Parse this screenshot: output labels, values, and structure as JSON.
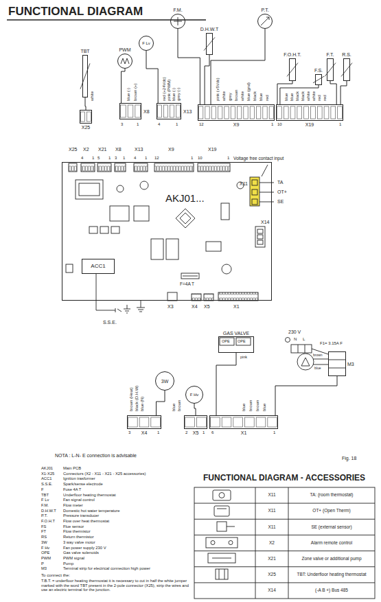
{
  "diagram": {
    "title": "FUNCTIONAL DIAGRAM",
    "caption": "Fig. 18",
    "nodes": [
      {
        "text": [
          "AKJ01..."
        ]
      },
      {
        "text": [
          "ACC1"
        ],
        "in": 0
      },
      {
        "text": [
          "TBT"
        ]
      },
      {
        "text": [
          "PWM"
        ]
      },
      {
        "text": [
          "F Lv"
        ]
      },
      {
        "text": [
          "F.M."
        ]
      },
      {
        "text": [
          "D.H.W.T"
        ]
      },
      {
        "text": [
          "P.T."
        ]
      },
      {
        "text": [
          "F.O.H.T."
        ]
      },
      {
        "text": [
          "F.T."
        ]
      },
      {
        "text": [
          "R.S."
        ]
      },
      {
        "text": [
          "F.S."
        ]
      },
      {
        "text": [
          "X25"
        ]
      },
      {
        "text": [
          "X8"
        ]
      },
      {
        "text": [
          "X13"
        ]
      },
      {
        "text": [
          "X9"
        ]
      },
      {
        "text": [
          "X19"
        ]
      },
      {
        "text": [
          "3W"
        ]
      },
      {
        "text": [
          "F Hv"
        ]
      },
      {
        "text": [
          "GAS VALVE"
        ]
      },
      {
        "text": [
          "M3"
        ]
      },
      {
        "text": [
          "X4"
        ]
      },
      {
        "text": [
          "X5"
        ]
      },
      {
        "text": [
          "X1"
        ]
      }
    ],
    "edges": [
      {
        "from": 2,
        "to": 12,
        "arrow": "none"
      },
      {
        "from": 3,
        "to": 13,
        "arrow": "none"
      },
      {
        "from": 4,
        "to": 14,
        "arrow": "none"
      },
      {
        "from": 5,
        "to": 15,
        "arrow": "none"
      },
      {
        "from": 6,
        "to": 15,
        "arrow": "none"
      },
      {
        "from": 7,
        "to": 15,
        "arrow": "none"
      },
      {
        "from": 8,
        "to": 16,
        "arrow": "none"
      },
      {
        "from": 11,
        "to": 16,
        "arrow": "none"
      },
      {
        "from": 9,
        "to": 16,
        "arrow": "none"
      },
      {
        "from": 10,
        "to": 16,
        "arrow": "none"
      },
      {
        "from": 17,
        "to": 21,
        "arrow": "none"
      },
      {
        "from": 18,
        "to": 22,
        "arrow": "none"
      },
      {
        "from": 19,
        "to": 23,
        "arrow": "none"
      },
      {
        "from": 20,
        "to": 23,
        "arrow": "none"
      }
    ],
    "labels": [
      "3",
      "1",
      "4",
      "1",
      "12",
      "1",
      "10",
      "1",
      "white",
      "blue (-)",
      "brown (+)",
      "red (+24Vdc)",
      "pink (PWM)",
      "blue (-)",
      "grey (-)",
      "pink (+5Vdc)",
      "white",
      "grey",
      "brown",
      "white",
      "blue (gnd)",
      "black",
      "blue",
      "red",
      "blue",
      "blue",
      "black",
      "black",
      "white",
      "white",
      "red",
      "red",
      "X25",
      "X2",
      "X21",
      "X8",
      "X13",
      "X9",
      "X19",
      "4",
      "1",
      "5",
      "1",
      "3",
      "1",
      "4",
      "1",
      "12",
      "1",
      "10",
      "1",
      "Voltage free contact input",
      "X11",
      "TA",
      "OT+",
      "SE",
      "X14",
      "F=4A T",
      "X3",
      "X4",
      "X5",
      "X1",
      "S.S.E.",
      "OPE",
      "OPE",
      "pink",
      "230 V",
      "N",
      "L",
      "F1= 3.15A F",
      "brown (Heat)",
      "black (D.H.W)",
      "blue (N)",
      "blue",
      "brown",
      "blue",
      "brown",
      "brown",
      "blue",
      "brown",
      "blue",
      "3",
      "1",
      "2",
      "1",
      "6",
      "1",
      "NOTA : L-N- E connection is advisable",
      "AKJ01",
      "Main PCB",
      "X1-X25",
      "Connectors (X2 - X11 - X21 - X25 accessories)",
      "ACC1",
      "Ignition trasformer",
      "S.S.E.",
      "Spark/sense electrode",
      "F",
      "Fuse 4A T",
      "TBT",
      "Underfloor heating thermostat",
      "F Lv",
      "Fan signal control",
      "F.M.",
      "Flow meter",
      "D.H.W.T",
      "Domestic hot water temperature",
      "P.T.",
      "Pressure transducer",
      "F.O.H.T",
      "Flow over heat thermostat",
      "FS",
      "Flue sensor",
      "FT",
      "Flow thermistor",
      "RS",
      "Return thermistor",
      "3W",
      "3 way valve motor",
      "F Hv",
      "Fan power supply 230 V",
      "OPE",
      "Gas valve solenoids",
      "PWM",
      "PWM signal",
      "P",
      "Pump",
      "M3",
      "Terminal strip for electrical connection high power",
      "To connect the:",
      "T.B.T. = underfloor heating thermostat it is necessary to cut in half the white jumper marked with the word TBT present in the 2-pole connector (X25), strip the wires and use an electric terminal for the junction.",
      "FUNCTIONAL DIAGRAM - ACCESSORIES",
      "X11",
      "TA: (room thermostat)",
      "X11",
      "OT+ (Open Therm)",
      "X11",
      "SE (external sensor)",
      "X2",
      "Alarm remote control",
      "X21",
      "Zone valve or additional pump",
      "X25",
      "TBT: Underfloor heating thermostat",
      "X14",
      "(-A B +) Bus 485"
    ]
  }
}
